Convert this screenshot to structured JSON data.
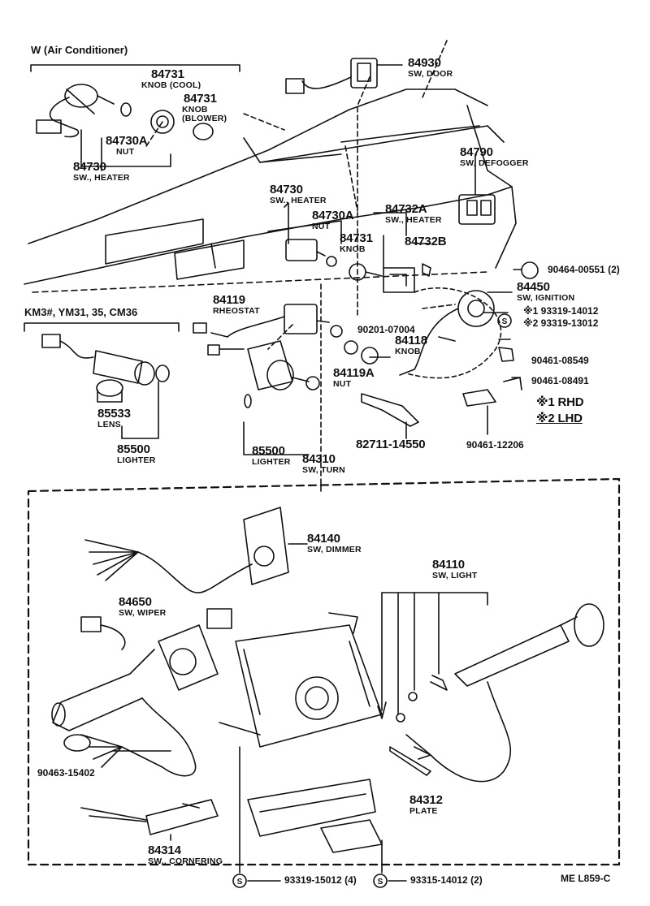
{
  "groups": {
    "air_conditioner": "W (Air Conditioner)",
    "km3": "KM3#, YM31, 35, CM36"
  },
  "parts": {
    "p84930": {
      "number": "84930",
      "desc": "SW, DOOR"
    },
    "p84731_cool": {
      "number": "84731",
      "desc": "KNOB (COOL)"
    },
    "p84731_blower": {
      "number": "84731",
      "desc_1": "KNOB",
      "desc_2": "(BLOWER)"
    },
    "p84730A_w": {
      "number": "84730A",
      "desc": "NUT"
    },
    "p84730_w": {
      "number": "84730",
      "desc": "SW., HEATER"
    },
    "p84790": {
      "number": "84790",
      "desc": "SW, DEFOGGER"
    },
    "p84730": {
      "number": "84730",
      "desc": "SW., HEATER"
    },
    "p84730A": {
      "number": "84730A",
      "desc": "NUT"
    },
    "p84732A": {
      "number": "84732A",
      "desc": "SW., HEATER"
    },
    "p84731": {
      "number": "84731",
      "desc": "KNOB"
    },
    "p84732B": {
      "number": "84732B"
    },
    "p90464": {
      "number": "90464-00551 (2)"
    },
    "p84450": {
      "number": "84450",
      "desc": "SW, IGNITION"
    },
    "ref1": {
      "number": "※1 93319-14012"
    },
    "ref2": {
      "number": "※2 93319-13012"
    },
    "p84119": {
      "number": "84119",
      "desc": "RHEOSTAT"
    },
    "p90201": {
      "number": "90201-07004"
    },
    "p84118": {
      "number": "84118",
      "desc": "KNOB"
    },
    "p84119A": {
      "number": "84119A",
      "desc": "NUT"
    },
    "p90461_08549": {
      "number": "90461-08549"
    },
    "p90461_08491": {
      "number": "90461-08491"
    },
    "rhd": "※1 RHD",
    "lhd": "※2 LHD",
    "p85533": {
      "number": "85533",
      "desc": "LENS"
    },
    "p85500_a": {
      "number": "85500",
      "desc": "LIGHTER"
    },
    "p85500_b": {
      "number": "85500",
      "desc": "LIGHTER"
    },
    "p84310": {
      "number": "84310",
      "desc": "SW, TURN"
    },
    "p82711": {
      "number": "82711-14550"
    },
    "p90461_12206": {
      "number": "90461-12206"
    },
    "p84140": {
      "number": "84140",
      "desc": "SW, DIMMER"
    },
    "p84110": {
      "number": "84110",
      "desc": "SW, LIGHT"
    },
    "p84650": {
      "number": "84650",
      "desc": "SW, WIPER"
    },
    "p90463": {
      "number": "90463-15402"
    },
    "p84312": {
      "number": "84312",
      "desc": "PLATE"
    },
    "p84314": {
      "number": "84314",
      "desc": "SW., CORNERING"
    },
    "p93319_15012": {
      "number": "93319-15012 (4)"
    },
    "p93315_14012": {
      "number": "93315-14012 (2)"
    }
  },
  "symbols": {
    "s": "S"
  },
  "footer": {
    "code": "ME L859-C"
  }
}
